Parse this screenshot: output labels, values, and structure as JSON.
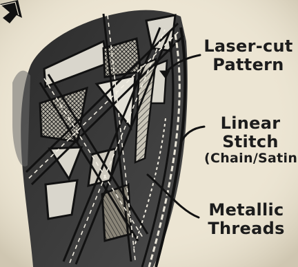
{
  "callouts": {
    "laser_cut": {
      "line1": "Laser-cut",
      "line2": "Pattern"
    },
    "linear_stitch": {
      "line1": "Linear",
      "line2": "Stitch",
      "line3": "(Chain/Satin)"
    },
    "metallic": {
      "line1": "Metallic",
      "line2": "Threads"
    }
  },
  "colors": {
    "paper": "#ece5d3",
    "ink": "#1c1c1c",
    "shade_dark": "#3d3d3d",
    "shade_mid": "#7a7a7a",
    "light_panel": "#d9d6cc"
  },
  "icons": [
    "pointer-arrow-icon"
  ]
}
